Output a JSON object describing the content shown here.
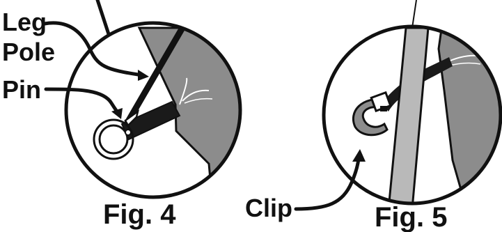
{
  "figures": [
    {
      "caption": "Fig. 4",
      "callouts": {
        "leg": "Leg",
        "pole": "Pole",
        "pin": "Pin"
      }
    },
    {
      "caption": "Fig. 5",
      "callouts": {
        "clip": "Clip"
      }
    }
  ],
  "colors": {
    "ink": "#111111",
    "fabric": "#8c8c8c",
    "pole_fill": "#b9b9b9",
    "background": "#ffffff"
  }
}
